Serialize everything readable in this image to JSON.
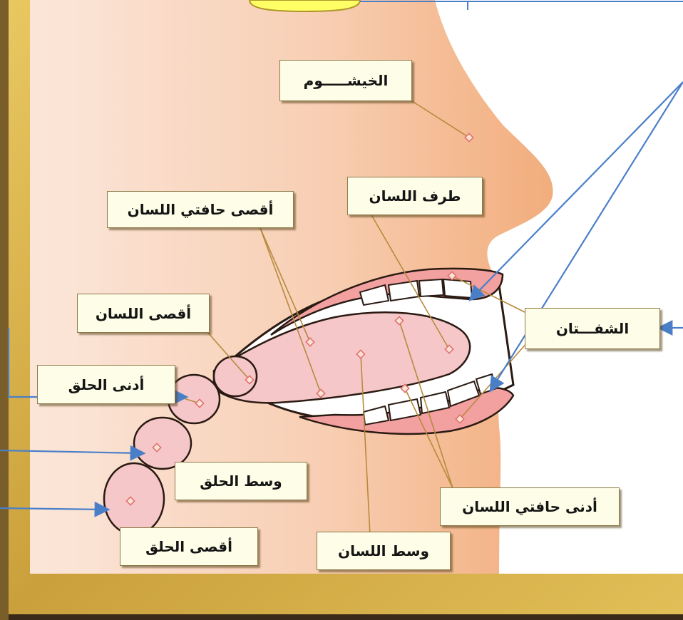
{
  "labels": {
    "khayshum": "الخيشـــــوم",
    "tarf_allisan": "طرف اللسان",
    "aqsa_hafatay": "أقصى حافتي اللسان",
    "aqsa_allisan": "أقصى اللسان",
    "shafatan": "الشفـــتان",
    "adna_halq": "أدنى الحلق",
    "wasat_halq": "وسط الحلق",
    "aqsa_halq": "أقصى الحلق",
    "adna_hafatay": "أدنى حافتي اللسان",
    "wasat_allisan": "وسط اللسان"
  },
  "colors": {
    "skin": "#f4b889",
    "throat_bg": "#fbe3d4",
    "lips": "#f2a0a0",
    "tongue": "#f6c7c9",
    "teeth": "#ffffff",
    "frame_gold": "#d9b54a",
    "leader_line": "#b68a3c",
    "arrow_blue": "#4a7fc8",
    "marker": "#e07070",
    "label_bg": "#fdfde8",
    "top_tab": "#ffff66"
  }
}
